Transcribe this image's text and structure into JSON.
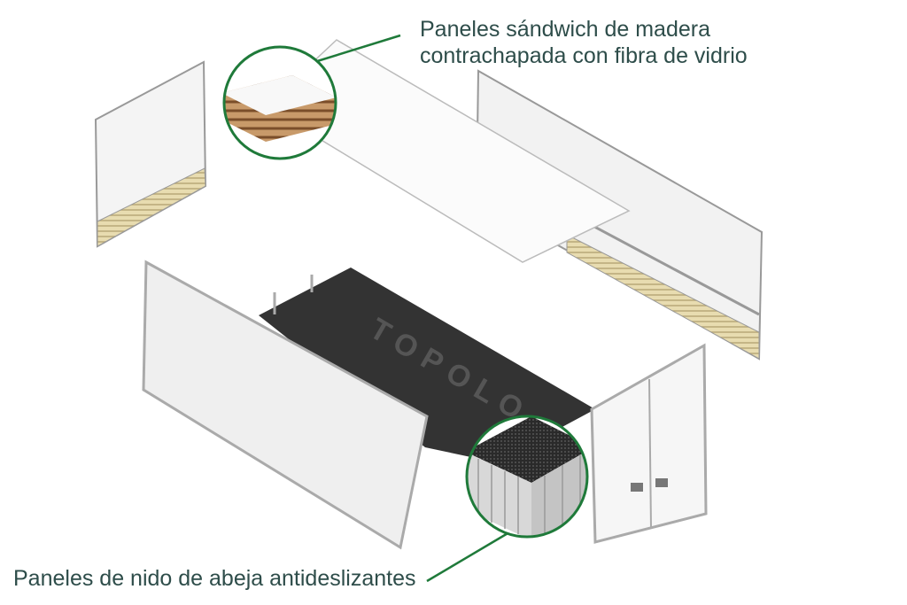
{
  "callouts": {
    "top": {
      "line1": "Paneles sándwich de madera",
      "line2": "contrachapada con fibra de vidrio"
    },
    "bottom": {
      "text": "Paneles de nido de abeja antideslizantes"
    }
  },
  "floor_logo": "TOPOLO",
  "colors": {
    "text": "#2e4d4a",
    "callout_line": "#1f7a3a",
    "floor": "#333333"
  }
}
